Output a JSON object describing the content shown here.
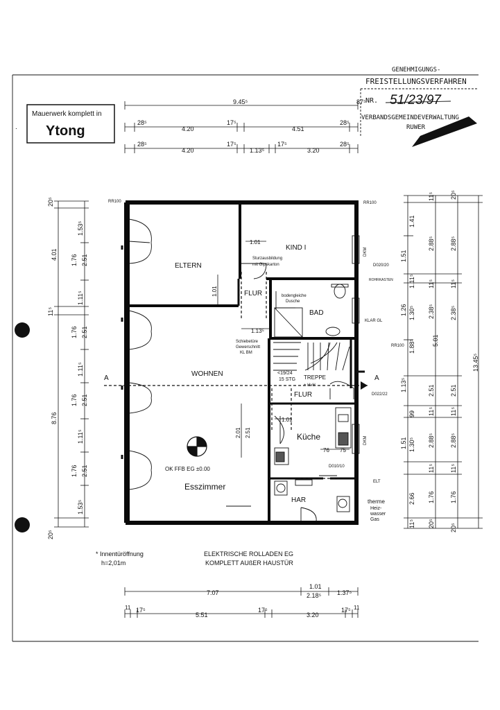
{
  "logo_box": {
    "line1": "Mauerwerk komplett in",
    "line2": "Ytong"
  },
  "stamp": {
    "line1": "GENEHMIGUNGS-",
    "line2": "FREISTELLUNGSVERFAHREN",
    "nr_label": "NR.",
    "nr_value": "51/23/97",
    "authority": "VERBANDSGEMEINDEVERWALTUNG",
    "place": "RUWER"
  },
  "top_dims": {
    "row1": {
      "total": "9.45⁵",
      "right": "87⁵"
    },
    "row2": [
      "28⁵",
      "4.20",
      "17⁵",
      "4.51",
      "28⁵"
    ],
    "row3": [
      "28⁵",
      "4.20",
      "17⁵",
      "1.13⁵",
      "17⁵",
      "3.20",
      "28⁵"
    ]
  },
  "left_dims": {
    "outer": [
      "20⁵",
      "4.01",
      "11⁵",
      "8.76",
      "20⁵"
    ],
    "inner": [
      "1.53⁵",
      "1.76",
      "2.51",
      "1.11⁵",
      "1.76",
      "2.51",
      "1.11⁵",
      "1.76",
      "2.51",
      "1.11⁵",
      "1.76",
      "2.51",
      "1.53⁵"
    ]
  },
  "right_dims": {
    "col1": [
      "1.41",
      "1.51",
      "1.11⁵",
      "1.26",
      "1.30⁵",
      "1.88⁵",
      "1.13⁵",
      "99",
      "1.51",
      "1.30⁵",
      "2.66",
      "11⁵"
    ],
    "col2": [
      "11⁵",
      "2.88⁵",
      "11⁵",
      "2.38⁵",
      "5.01",
      "2.51",
      "11⁵",
      "2.88⁵",
      "11⁵",
      "1.76",
      "20⁵"
    ],
    "col3": [
      "20⁵",
      "2.88⁵",
      "11⁵",
      "2.38⁵",
      "2.51",
      "11⁵",
      "2.88⁵",
      "11⁵",
      "1.76",
      "20⁵"
    ],
    "total": "13.45⁵"
  },
  "rooms": {
    "eltern": "ELTERN",
    "kind": "KIND I",
    "flur_top": "FLUR",
    "bad": "BAD",
    "wohnen": "WOHNEN",
    "treppe": "TREPPE",
    "flur_mid": "FLUR",
    "kueche": "Küche",
    "esszimmer": "Esszimmer",
    "har": "HAR"
  },
  "annotations": {
    "rr_tl": "RR100",
    "rr_tr": "RR100",
    "rr_mid": "RR100",
    "sturz1": "Sturzausbildung",
    "sturz2": "mit Gipskarton",
    "bodengleich1": "bodengleiche",
    "bodengleich2": "Dusche",
    "rohrkasten": "ROHRKASTEN",
    "d_window": "D020/20",
    "klar_gl": "KLAR GL",
    "schiebe1": "Schiebetüre",
    "schiebe2": "Gewerschnitt",
    "schiebe3": "KL BM",
    "steps": "<19/24",
    "steps2": "15 STG",
    "hvh": "+ HvH",
    "d_window2": "D022/22",
    "d_window3": "D010/10",
    "ok_ffb": "OK FFB EG ±0.00",
    "elt": "ELT",
    "therme1": "therme",
    "therme2": "Heiz-",
    "therme3": "wasser",
    "therme4": "Gas",
    "dim_101a": "1.01",
    "dim_101b": "1.01",
    "dim_1135": "1.13⁵",
    "dim_101c": "1.01",
    "dim_201": "2.01",
    "dim_251": "2.51",
    "dim_76": "76",
    "dim_75": "75",
    "section_a": "A",
    "dkm": "DKM"
  },
  "bottom_notes": {
    "left1": "* Innentüröffnung",
    "left2": "h=2,01m",
    "center1": "ELEKTRISCHE ROLLADEN EG",
    "center2": "KOMPLETT AUßER HAUSTÜR"
  },
  "bottom_dims": {
    "row1": [
      "7.07",
      "1.01",
      "2.18⁵",
      "1.37⁵"
    ],
    "row2": [
      "11",
      "17⁵",
      "5.51",
      "17⁵",
      "3.20",
      "17⁵",
      "11"
    ]
  }
}
